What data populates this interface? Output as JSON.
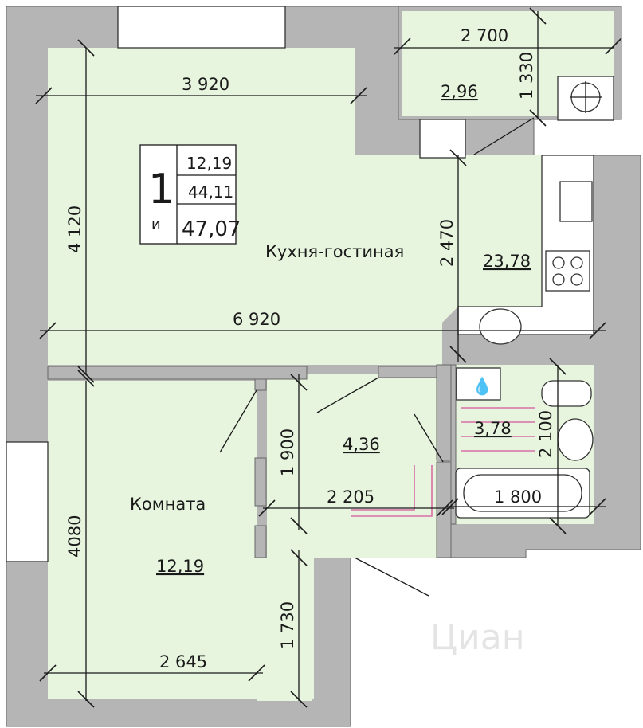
{
  "badge": {
    "rooms": "1",
    "letter": "и",
    "living_area": "12,19",
    "net_area": "44,11",
    "total_area": "47,07"
  },
  "rooms": {
    "kitchen_living": {
      "name": "Кухня-гостиная",
      "area": "23,78"
    },
    "room": {
      "name": "Комната",
      "area": "12,19"
    },
    "hall": {
      "area": "4,36"
    },
    "bathroom": {
      "area": "3,78"
    },
    "balcony": {
      "area": "2,96"
    }
  },
  "dimensions": {
    "balcony_width": "2 700",
    "balcony_depth": "1 330",
    "kitchen_top_width": "3 920",
    "kitchen_left_height": "4 120",
    "kitchen_mid_height": "2 470",
    "total_width": "6 920",
    "hall_height": "1 900",
    "hall_width": "2 205",
    "bath_height": "2 100",
    "tub_length": "1 800",
    "room_height": "4080",
    "room_lower_height": "1 730",
    "room_width": "2 645"
  },
  "watermark": "Циан",
  "colors": {
    "floor": "#e7f5df",
    "wall": "#b5b5b5",
    "pipes": "#d86ea6"
  }
}
